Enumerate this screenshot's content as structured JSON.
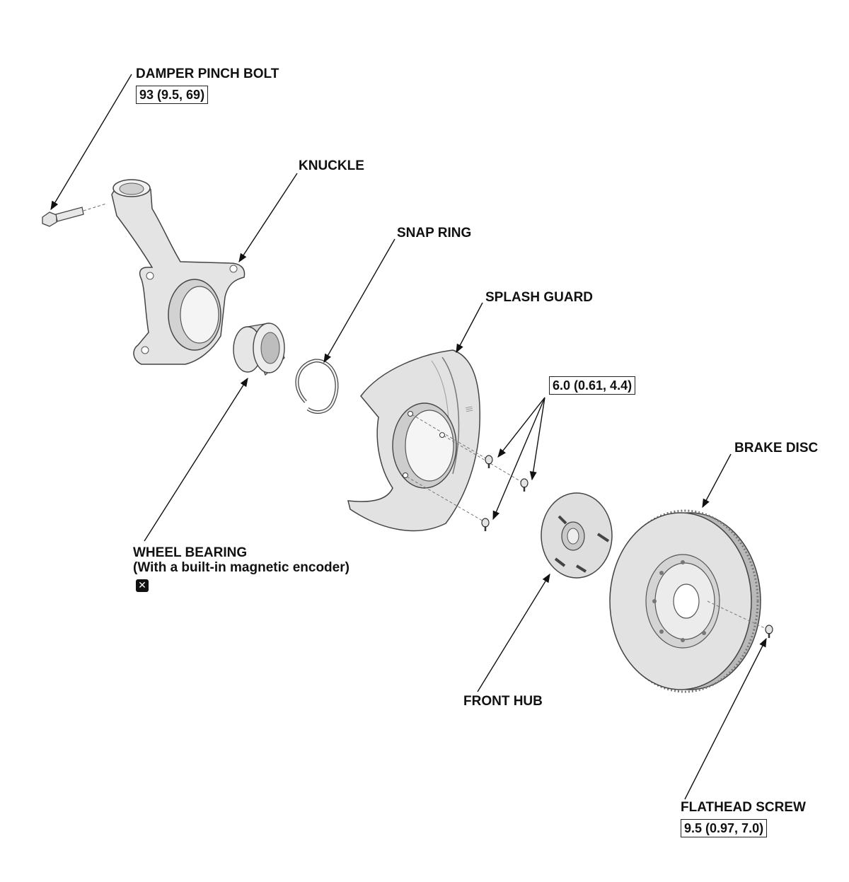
{
  "labels": {
    "damper_pinch_bolt": "DAMPER PINCH BOLT",
    "damper_torque": "93 (9.5, 69)",
    "knuckle": "KNUCKLE",
    "snap_ring": "SNAP RING",
    "splash_guard": "SPLASH GUARD",
    "splash_guard_torque": "6.0 (0.61, 4.4)",
    "brake_disc": "BRAKE DISC",
    "wheel_bearing_line1": "WHEEL BEARING",
    "wheel_bearing_line2": "(With a built-in magnetic encoder)",
    "front_hub": "FRONT HUB",
    "flathead_screw": "FLATHEAD SCREW",
    "flathead_torque": "9.5 (0.97, 7.0)"
  },
  "icons": {
    "replace": "replace-part-icon"
  },
  "colors": {
    "part_fill": "#e4e4e4",
    "part_shade": "#c4c4c4",
    "line": "#111111"
  }
}
